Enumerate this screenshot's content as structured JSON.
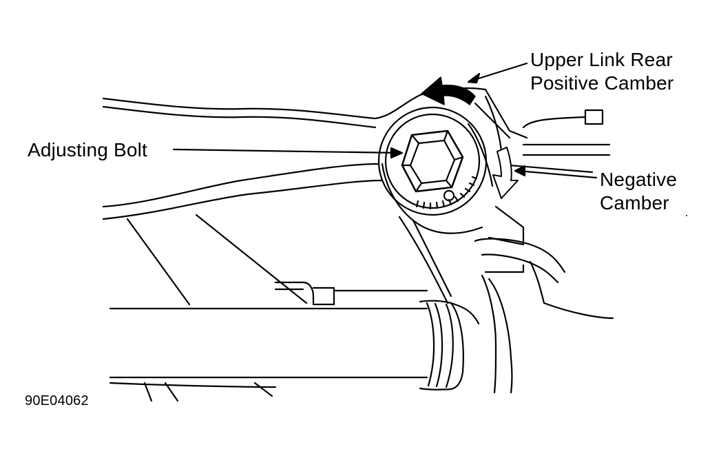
{
  "labels": {
    "upper_link": {
      "line1": "Upper Link Rear",
      "line2": "Positive Camber"
    },
    "negative_camber": {
      "line1": "Negative",
      "line2": "Camber"
    },
    "adjusting_bolt": "Adjusting Bolt",
    "figure_code": "90E04062"
  },
  "colors": {
    "ink": "#000000",
    "paper": "#ffffff"
  }
}
